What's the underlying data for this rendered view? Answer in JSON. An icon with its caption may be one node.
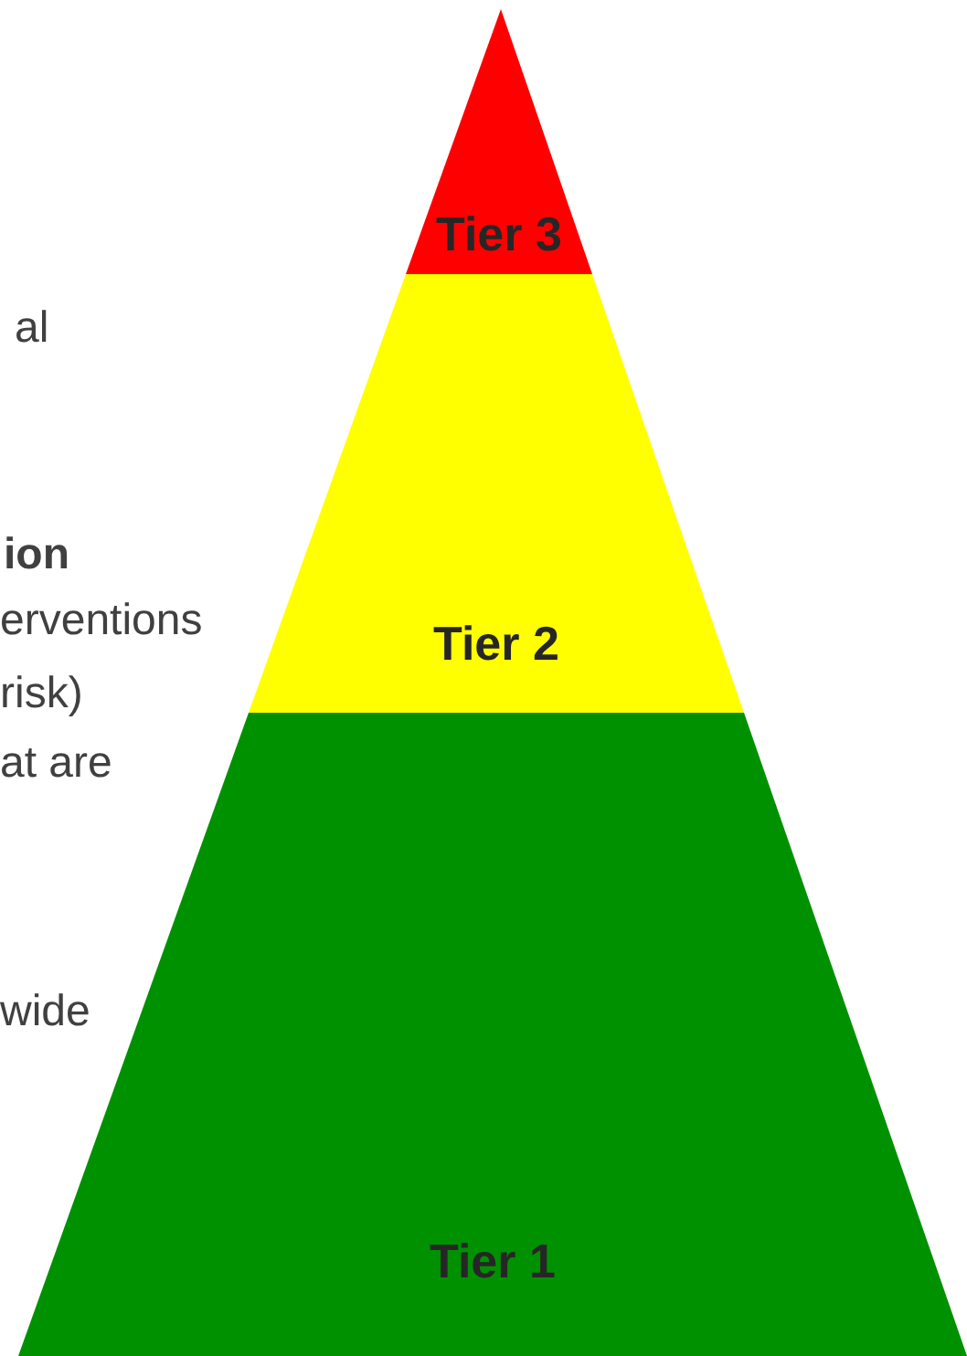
{
  "diagram": {
    "nodes": [
      {
        "text": [
          "Tier 3"
        ]
      },
      {
        "text": [
          "Tier 2"
        ]
      },
      {
        "text": [
          "Tier 1"
        ]
      }
    ],
    "labels": [
      "al",
      "ion",
      "erventions",
      "risk)",
      "at are",
      "wide"
    ]
  }
}
